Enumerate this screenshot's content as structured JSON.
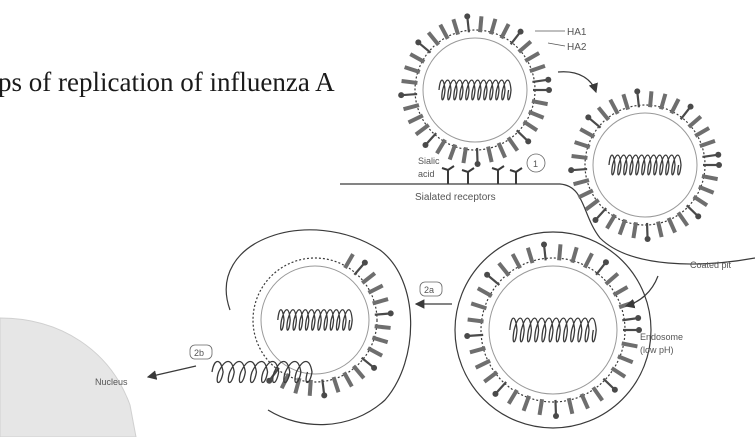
{
  "title": "ps of replication of influenza A",
  "labels": {
    "ha1": "HA1",
    "ha2": "HA2",
    "sialic_acid_line1": "Sialic",
    "sialic_acid_line2": "acid",
    "step_1": "1",
    "sialated_receptors": "Sialated receptors",
    "coated_pit": "Coated pit",
    "step_2a": "2a",
    "endosome_line1": "Endosome",
    "endosome_line2": "(low pH)",
    "step_2b": "2b",
    "nucleus": "Nucleus"
  },
  "colors": {
    "ink": "#3a3a3a",
    "spike": "#6e6e6e",
    "nucleus_fill": "#e6e6e6",
    "label": "#555555"
  }
}
